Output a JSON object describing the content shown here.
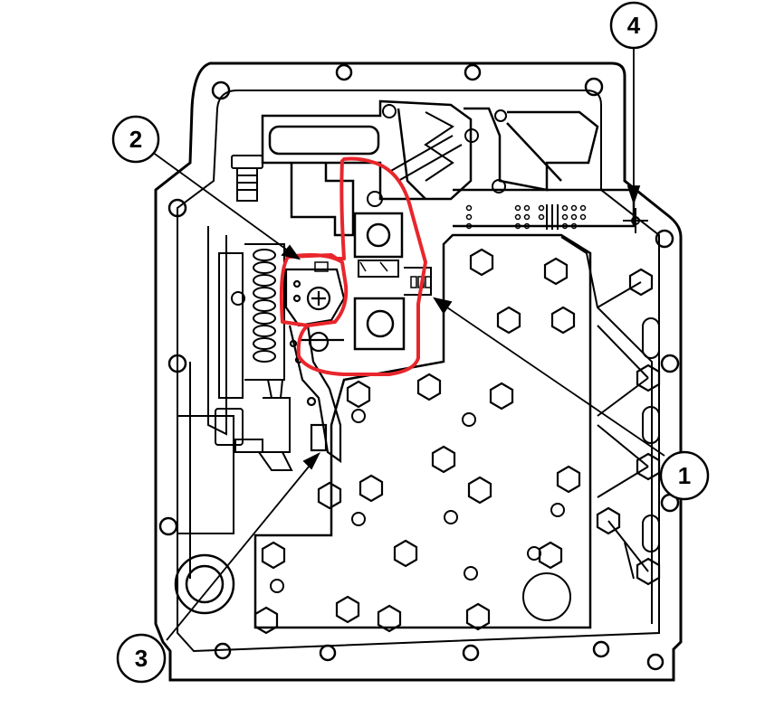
{
  "diagram": {
    "callouts": [
      {
        "id": "c1",
        "label": "1"
      },
      {
        "id": "c2",
        "label": "2"
      },
      {
        "id": "c3",
        "label": "3"
      },
      {
        "id": "c4",
        "label": "4"
      }
    ],
    "highlight_color": "#e8262b",
    "line_color": "#000000",
    "background_color": "#ffffff"
  }
}
